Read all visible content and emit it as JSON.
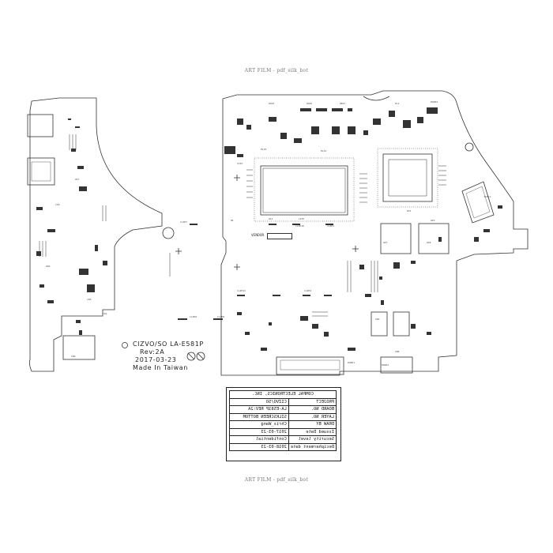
{
  "film_top": "ART FILM - pdf_silk_bot",
  "film_bottom": "ART FILM - pdf_silk_bot",
  "board": {
    "model": "CIZVO/SO LA-E581P",
    "rev": "Rev:2A",
    "date": "2017-03-23",
    "made_in": "Made In Taiwan",
    "vendor_label": "VENDOR"
  },
  "title_block": {
    "company": "COMPAL ELECTRONICS, INC.",
    "rows": [
      {
        "key": "PROJECT",
        "value": "CIZVO/SO"
      },
      {
        "key": "BOARD NO.",
        "value": "LA-E581P REV:2A"
      },
      {
        "key": "LAYER NO.",
        "value": "SILKSCREEN BOTTOM"
      },
      {
        "key": "DRAW BY",
        "value": "Chris_Wang"
      },
      {
        "key": "Issued Date",
        "value": "2017-03-23"
      },
      {
        "key": "Security level",
        "value": "Confidential"
      },
      {
        "key": "Decipherment date",
        "value": "2018-03-23"
      }
    ]
  }
}
